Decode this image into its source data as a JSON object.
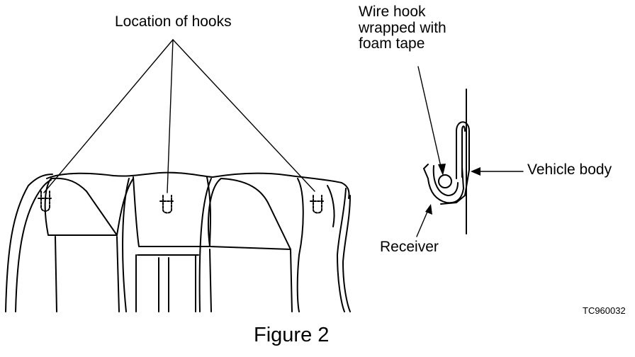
{
  "colors": {
    "ink": "#000000",
    "paper": "#ffffff"
  },
  "labels": {
    "hooks_location": "Location of hooks",
    "wire_hook": [
      "Wire hook",
      "wrapped with",
      "foam tape"
    ],
    "vehicle_body": "Vehicle body",
    "receiver": "Receiver",
    "figure_code": "TC960032",
    "figure_title": "Figure 2"
  }
}
